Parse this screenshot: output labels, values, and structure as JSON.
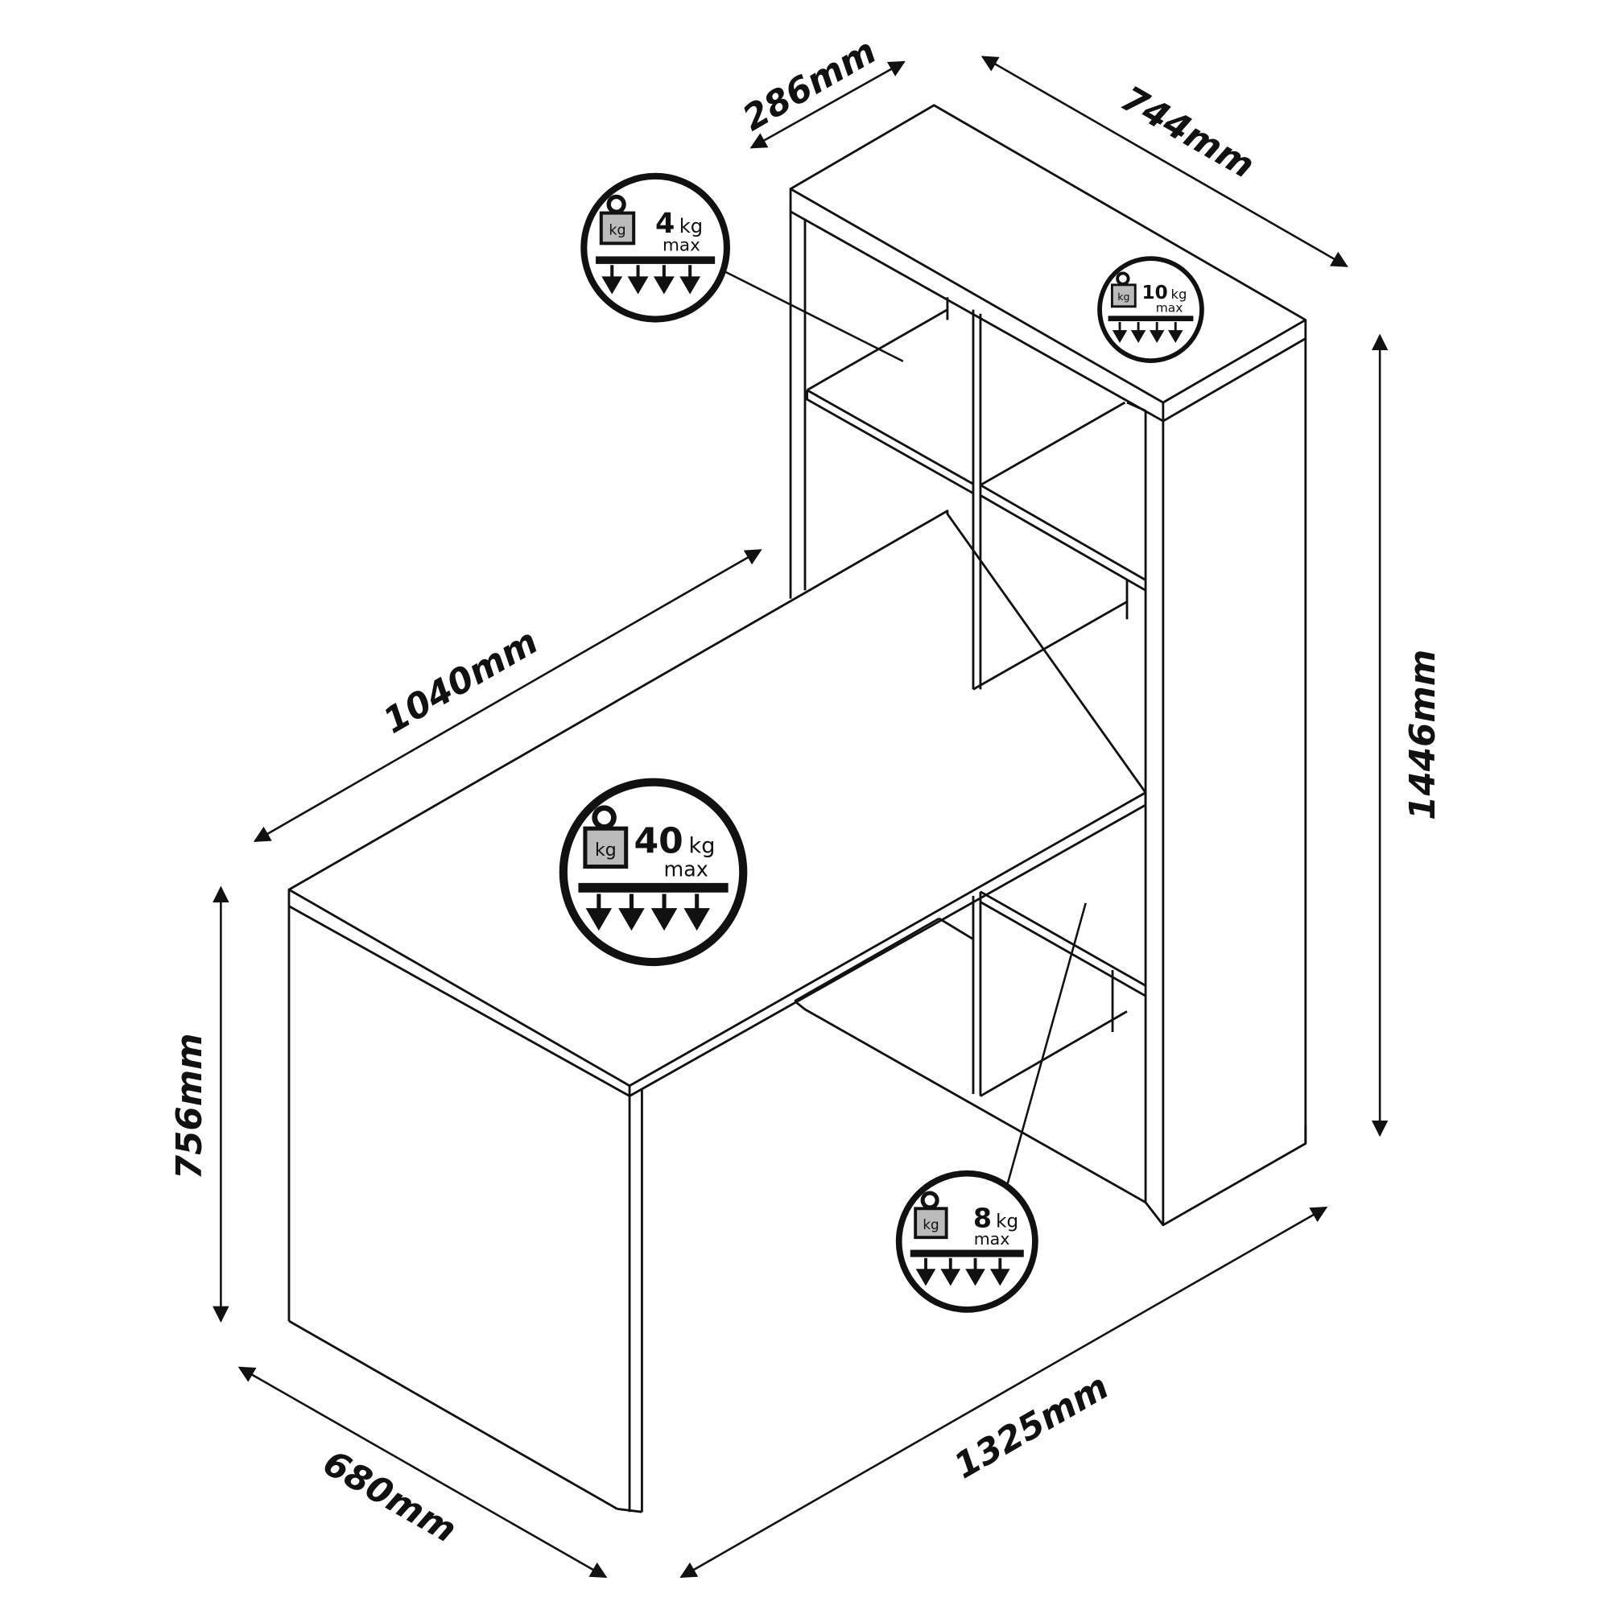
{
  "dimensions": {
    "hutch_depth": "286mm",
    "hutch_width": "744mm",
    "hutch_height": "1446mm",
    "desk_length": "1040mm",
    "desk_height": "756mm",
    "desk_depth": "680mm",
    "total_width": "1325mm"
  },
  "load_badges": [
    {
      "value": "4",
      "unit": "kg",
      "note": "max",
      "icon_label": "kg"
    },
    {
      "value": "10",
      "unit": "kg",
      "note": "max",
      "icon_label": "kg"
    },
    {
      "value": "40",
      "unit": "kg",
      "note": "max",
      "icon_label": "kg"
    },
    {
      "value": "8",
      "unit": "kg",
      "note": "max",
      "icon_label": "kg"
    }
  ]
}
